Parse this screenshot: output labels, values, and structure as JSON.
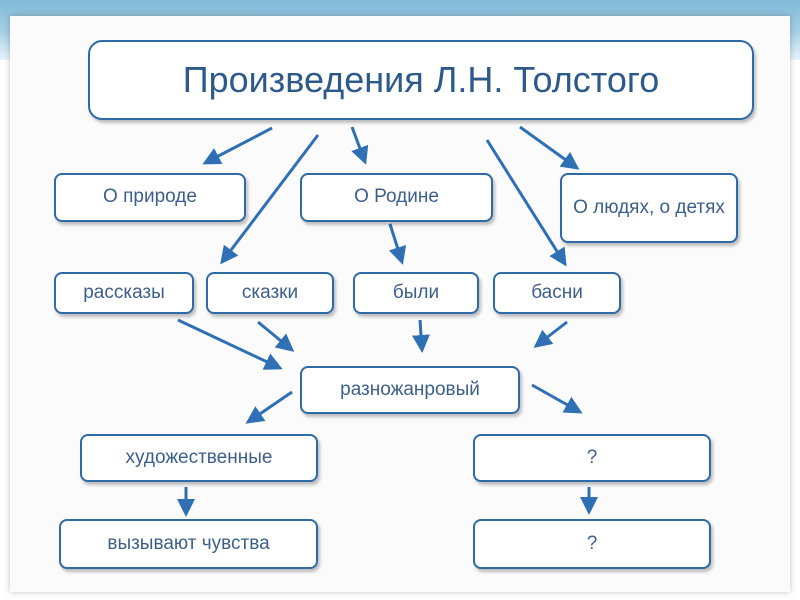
{
  "title": "Произведения Л.Н. Толстого",
  "themes": [
    "О природе",
    "О Родине",
    "О людях, о детях"
  ],
  "genres": [
    "рассказы",
    "сказки",
    "были",
    "басни"
  ],
  "center": "разножанровый",
  "left_branch": [
    "художественные",
    "вызывают чувства"
  ],
  "right_branch": [
    "?",
    "?"
  ],
  "colors": {
    "arrow": "#2f70b5",
    "border": "#2e6aa6",
    "text": "#3c5f8c"
  }
}
